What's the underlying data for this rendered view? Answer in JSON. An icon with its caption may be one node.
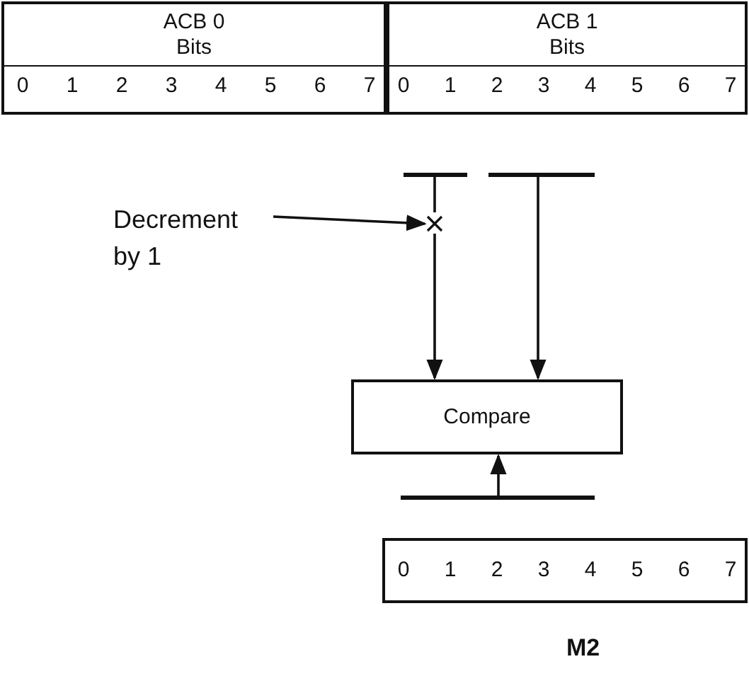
{
  "diagram": {
    "nodes": [
      {
        "text": [
          "ACB 0",
          "Bits"
        ]
      },
      {
        "text": [
          "ACB 1",
          "Bits"
        ]
      },
      {
        "text": [],
        "shape": "bar"
      },
      {
        "text": [],
        "shape": "bar"
      },
      {
        "text": [
          "Decrement by 1"
        ]
      },
      {
        "text": [],
        "shape": "cross"
      },
      {
        "text": [
          "Compare"
        ]
      },
      {
        "text": [],
        "shape": "bar"
      },
      {
        "text": [],
        "shape": "box",
        "beside": [
          "M2"
        ]
      }
    ],
    "edges": [
      {
        "from": 2,
        "to": 5,
        "arrow": "none"
      },
      {
        "from": 5,
        "to": 6,
        "arrow": "to"
      },
      {
        "from": 3,
        "to": 6,
        "arrow": "to"
      },
      {
        "from": 4,
        "to": 5,
        "arrow": "to"
      },
      {
        "from": 7,
        "to": 6,
        "arrow": "to"
      }
    ],
    "labels": [
      "0",
      "1",
      "2",
      "3",
      "4",
      "5",
      "6",
      "7",
      "0",
      "1",
      "2",
      "3",
      "4",
      "5",
      "6",
      "7",
      "0",
      "1",
      "2",
      "3",
      "4",
      "5",
      "6",
      "7"
    ]
  }
}
